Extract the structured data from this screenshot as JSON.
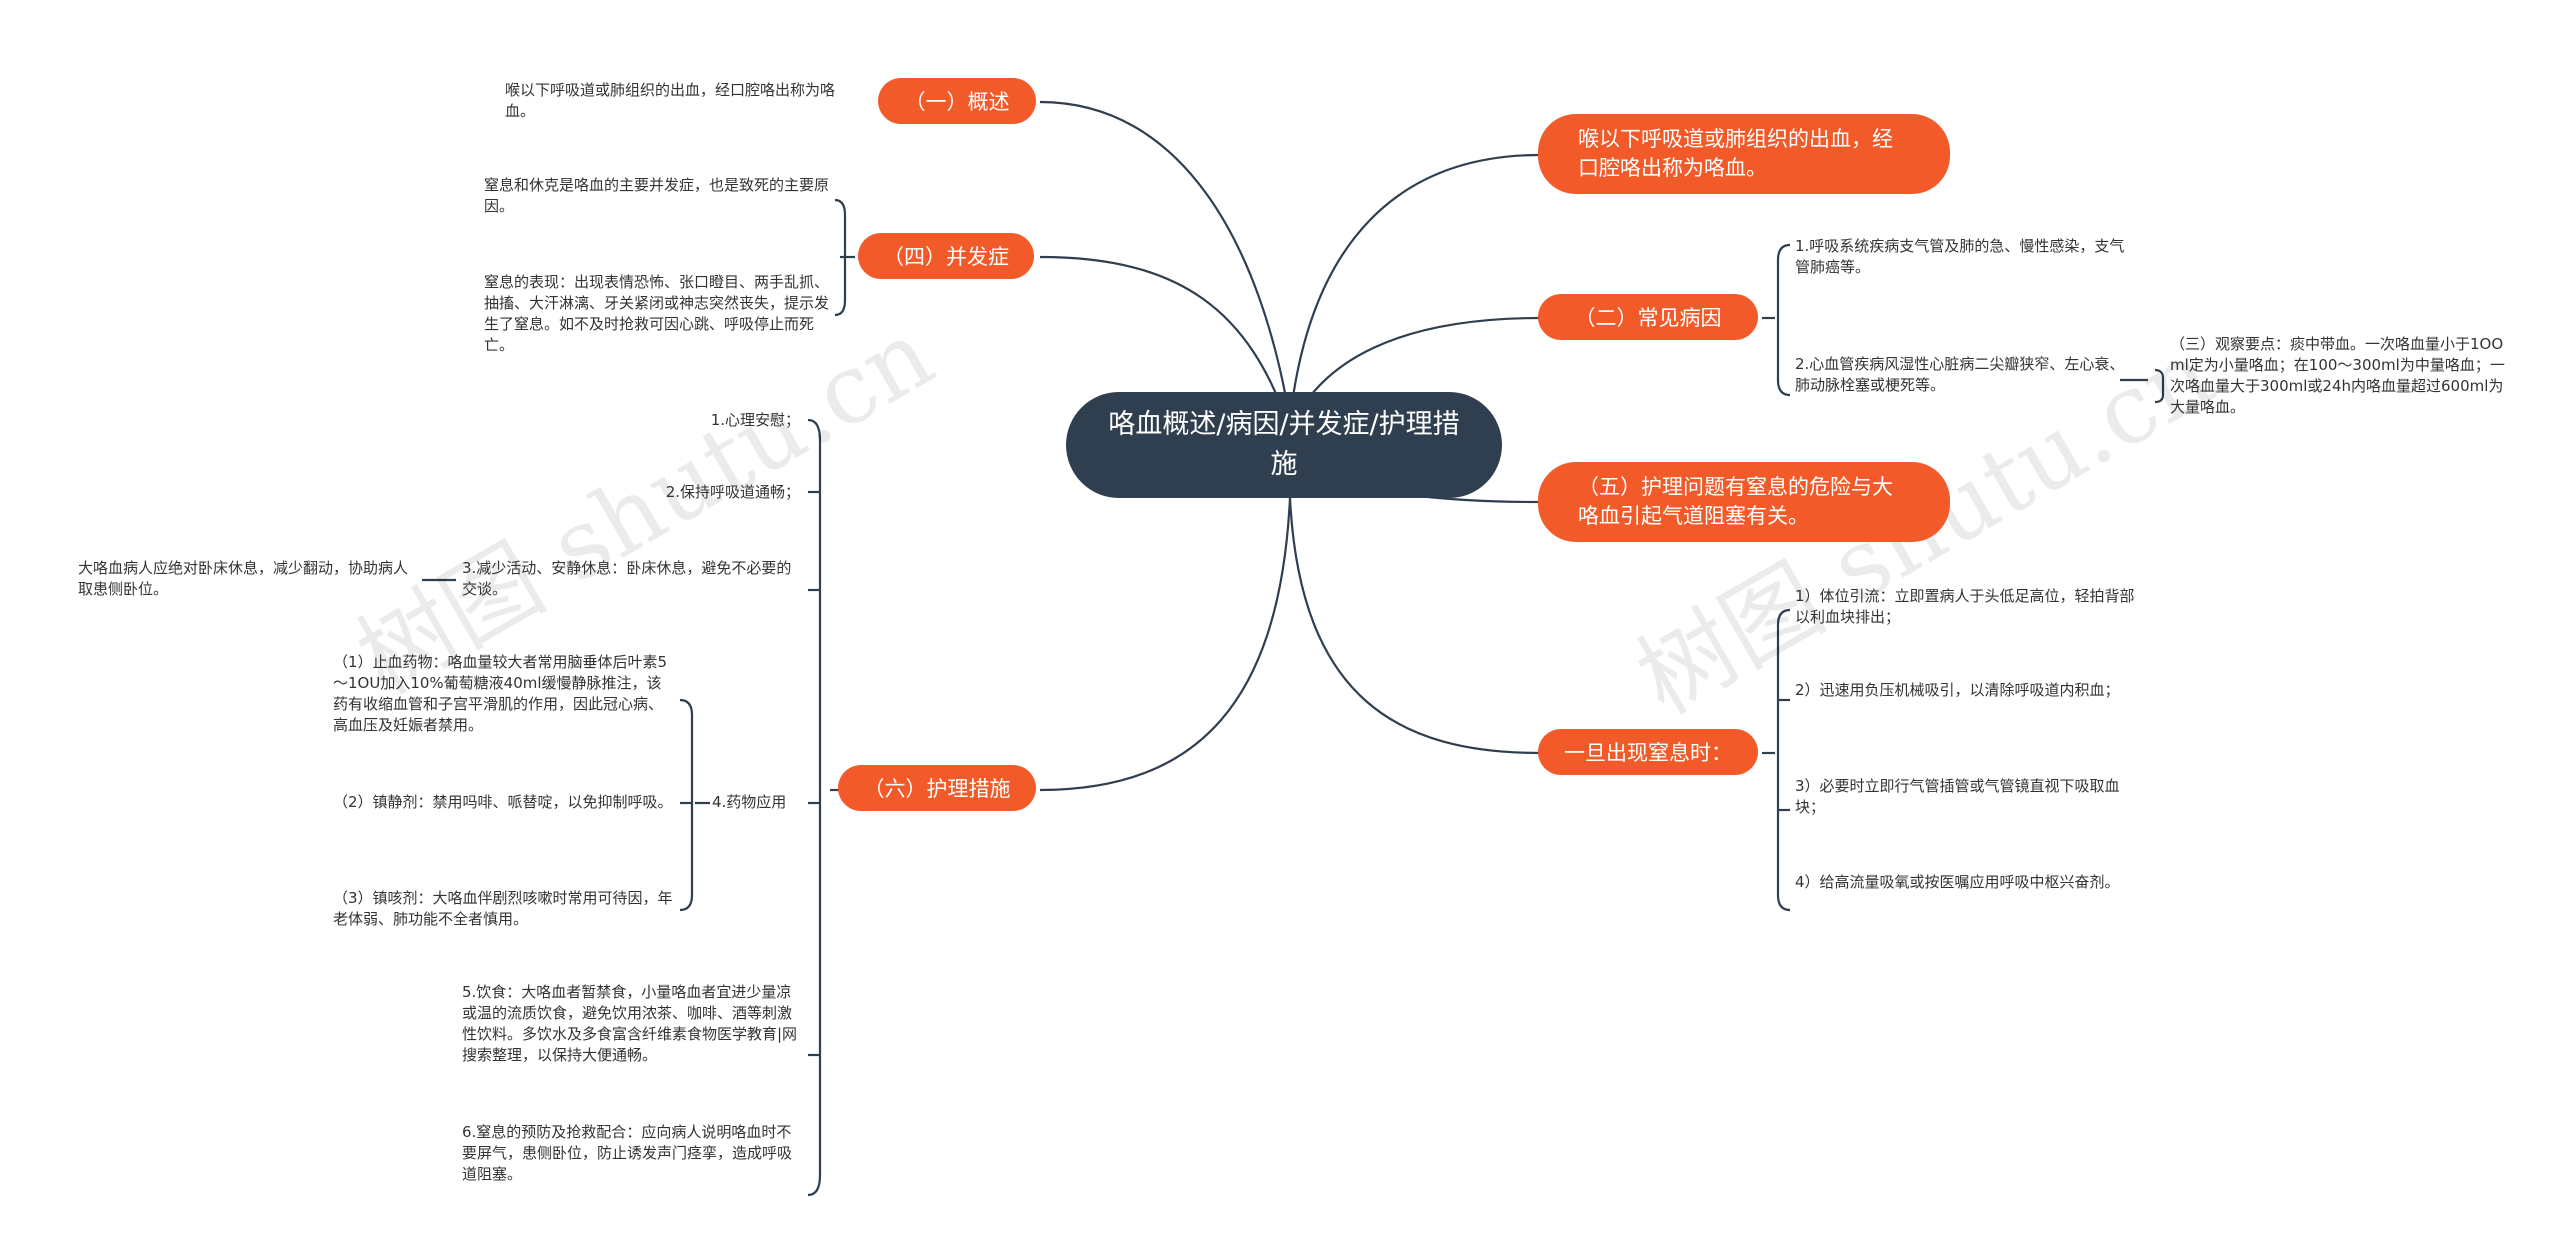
{
  "root": {
    "title": "咯血概述/病因/并发症/护理措施"
  },
  "watermark": "树图 shutu.cn",
  "colors": {
    "root_bg": "#2f3f4f",
    "branch_bg": "#f25a2a",
    "line": "#2f3f4f"
  },
  "left": {
    "gaishu": {
      "label": "（一）概述",
      "leaf": "喉以下呼吸道或肺组织的出血，经口腔咯出称为咯血。"
    },
    "bingfa": {
      "label": "（四）并发症",
      "leaves": [
        "窒息和休克是咯血的主要并发症，也是致死的主要原因。",
        "窒息的表现：出现表情恐怖、张口瞪目、两手乱抓、抽搐、大汗淋漓、牙关紧闭或神志突然丧失，提示发生了窒息。如不及时抢救可因心跳、呼吸停止而死亡。"
      ]
    },
    "huli": {
      "label": "（六）护理措施",
      "items": [
        "1.心理安慰；",
        "2.保持呼吸道通畅；",
        "3.减少活动、安静休息：卧床休息，避免不必要的交谈。",
        "4.药物应用",
        "5.饮食：大咯血者暂禁食，小量咯血者宜进少量凉或温的流质饮食，避免饮用浓茶、咖啡、酒等刺激性饮料。多饮水及多食富含纤维素食物医学教育|网搜索整理，以保持大便通畅。",
        "6.窒息的预防及抢救配合：应向病人说明咯血时不要屏气，患侧卧位，防止诱发声门痉挛，造成呼吸道阻塞。"
      ],
      "item3_leaf": "大咯血病人应绝对卧床休息，减少翻动，协助病人取患侧卧位。",
      "drugs": [
        "（1）止血药物：咯血量较大者常用脑垂体后叶素5～1OU加入10%葡萄糖液40ml缓慢静脉推注，该药有收缩血管和子宫平滑肌的作用，因此冠心病、高血压及妊娠者禁用。",
        "（2）镇静剂：禁用吗啡、哌替啶，以免抑制呼吸。",
        "（3）镇咳剂：大咯血伴剧烈咳嗽时常用可待因，年老体弱、肺功能不全者慎用。"
      ]
    }
  },
  "right": {
    "def": {
      "label": "喉以下呼吸道或肺组织的出血，经口腔咯出称为咯血。"
    },
    "causes": {
      "label": "（二）常见病因",
      "leaves": [
        "1.呼吸系统疾病支气管及肺的急、慢性感染，支气管肺癌等。",
        "2.心血管疾病风湿性心脏病二尖瓣狭窄、左心衰、肺动脉栓塞或梗死等。"
      ],
      "observe": "（三）观察要点：痰中带血。一次咯血量小于1OOml定为小量咯血；在100～300ml为中量咯血；一次咯血量大于300ml或24h内咯血量超过600ml为大量咯血。"
    },
    "problem": {
      "label": "（五）护理问题有窒息的危险与大咯血引起气道阻塞有关。"
    },
    "asphyxia": {
      "label": "一旦出现窒息时：",
      "leaves": [
        "1）体位引流：立即置病人于头低足高位，轻拍背部以利血块排出；",
        "2）迅速用负压机械吸引，以清除呼吸道内积血；",
        "3）必要时立即行气管插管或气管镜直视下吸取血块；",
        "4）给高流量吸氧或按医嘱应用呼吸中枢兴奋剂。"
      ]
    }
  }
}
